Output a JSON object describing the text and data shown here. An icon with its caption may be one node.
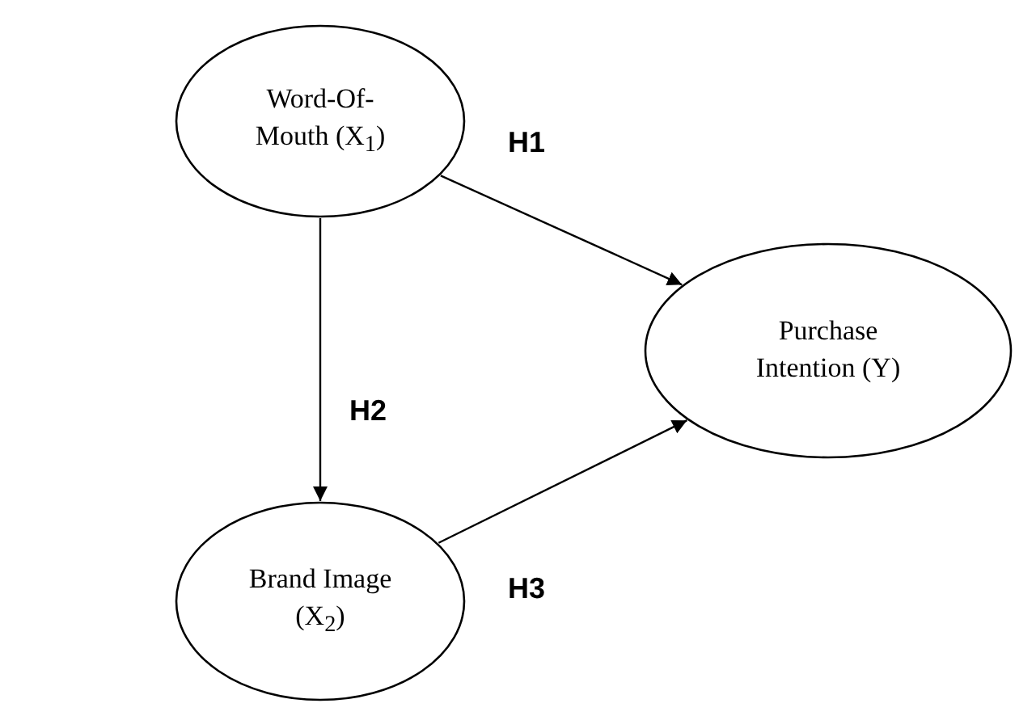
{
  "diagram": {
    "nodes": [
      {
        "text": [
          "Word-Of- Mouth (X$_{1}$)"
        ]
      },
      {
        "text": [
          "Brand Image (X$_{2}$)"
        ]
      },
      {
        "text": [
          "Purchase Intention (Y)"
        ]
      }
    ],
    "edges": [
      {
        "from": 0,
        "to": 2,
        "arrow": "to",
        "label": "H1"
      },
      {
        "from": 0,
        "to": 1,
        "arrow": "to",
        "label": "H2"
      },
      {
        "from": 1,
        "to": 2,
        "arrow": "to",
        "label": "H3"
      }
    ]
  }
}
